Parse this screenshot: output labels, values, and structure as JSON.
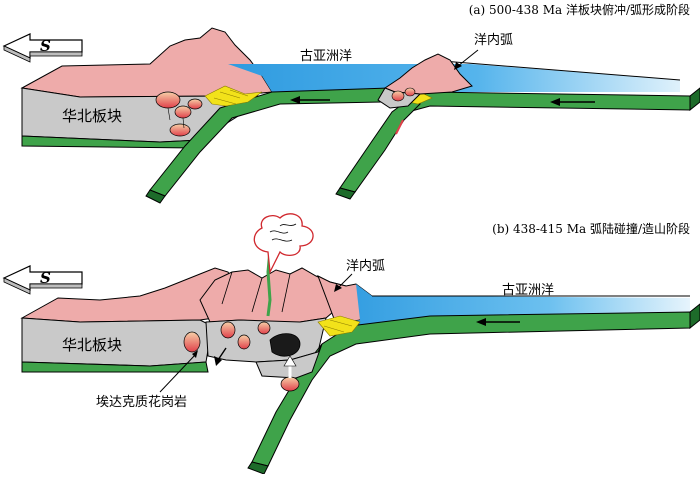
{
  "panel_a": {
    "caption": "(a) 500-438 Ma 洋板块俯冲/弧形成阶段",
    "direction_label": "S",
    "north_china_label": "华北板块",
    "ocean_label": "古亚洲洋",
    "arc_label": "洋内弧"
  },
  "panel_b": {
    "caption": "(b) 438-415 Ma 弧陆碰撞/造山阶段",
    "direction_label": "S",
    "north_china_label": "华北板块",
    "ocean_label": "古亚洲洋",
    "arc_label": "洋内弧",
    "granite_label": "埃达克质花岗岩"
  },
  "colors": {
    "crust_pink": "#eeabaa",
    "crust_gray": "#c9c9c9",
    "ocean_blue": "#2f9be0",
    "slab_green": "#3fa34a",
    "slab_dark": "#1d6b2a",
    "sediment_yellow": "#f2e21a",
    "magma_red": "#e0404a"
  }
}
